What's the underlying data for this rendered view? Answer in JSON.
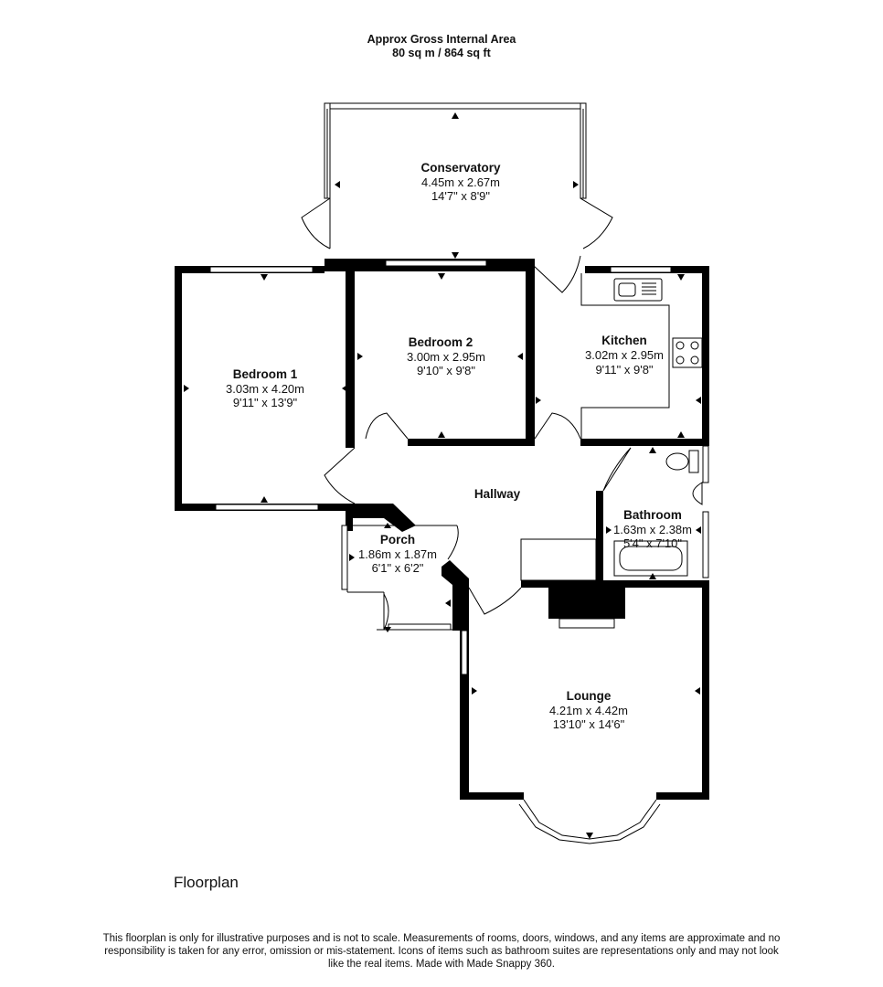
{
  "header": {
    "line1": "Approx Gross Internal Area",
    "line2": "80 sq m / 864 sq ft"
  },
  "rooms": {
    "conservatory": {
      "name": "Conservatory",
      "metric": "4.45m x 2.67m",
      "imperial": "14'7\" x 8'9\""
    },
    "bedroom2": {
      "name": "Bedroom 2",
      "metric": "3.00m x 2.95m",
      "imperial": "9'10\" x 9'8\""
    },
    "kitchen": {
      "name": "Kitchen",
      "metric": "3.02m x 2.95m",
      "imperial": "9'11\" x 9'8\""
    },
    "bedroom1": {
      "name": "Bedroom 1",
      "metric": "3.03m x 4.20m",
      "imperial": "9'11\" x 13'9\""
    },
    "hallway": {
      "name": "Hallway"
    },
    "bathroom": {
      "name": "Bathroom",
      "metric": "1.63m x 2.38m",
      "imperial": "5'4\" x 7'10\""
    },
    "porch": {
      "name": "Porch",
      "metric": "1.86m x 1.87m",
      "imperial": "6'1\" x 6'2\""
    },
    "lounge": {
      "name": "Lounge",
      "metric": "4.21m x 4.42m",
      "imperial": "13'10\" x 14'6\""
    }
  },
  "footer": {
    "title": "Floorplan",
    "disclaimer": "This floorplan is only for illustrative purposes and is not to scale. Measurements of rooms, doors, windows, and any items are approximate and no responsibility is taken for any error, omission or mis-statement. Icons of items such as bathroom suites are representations only and may not look like the real items. Made with Made Snappy 360."
  }
}
